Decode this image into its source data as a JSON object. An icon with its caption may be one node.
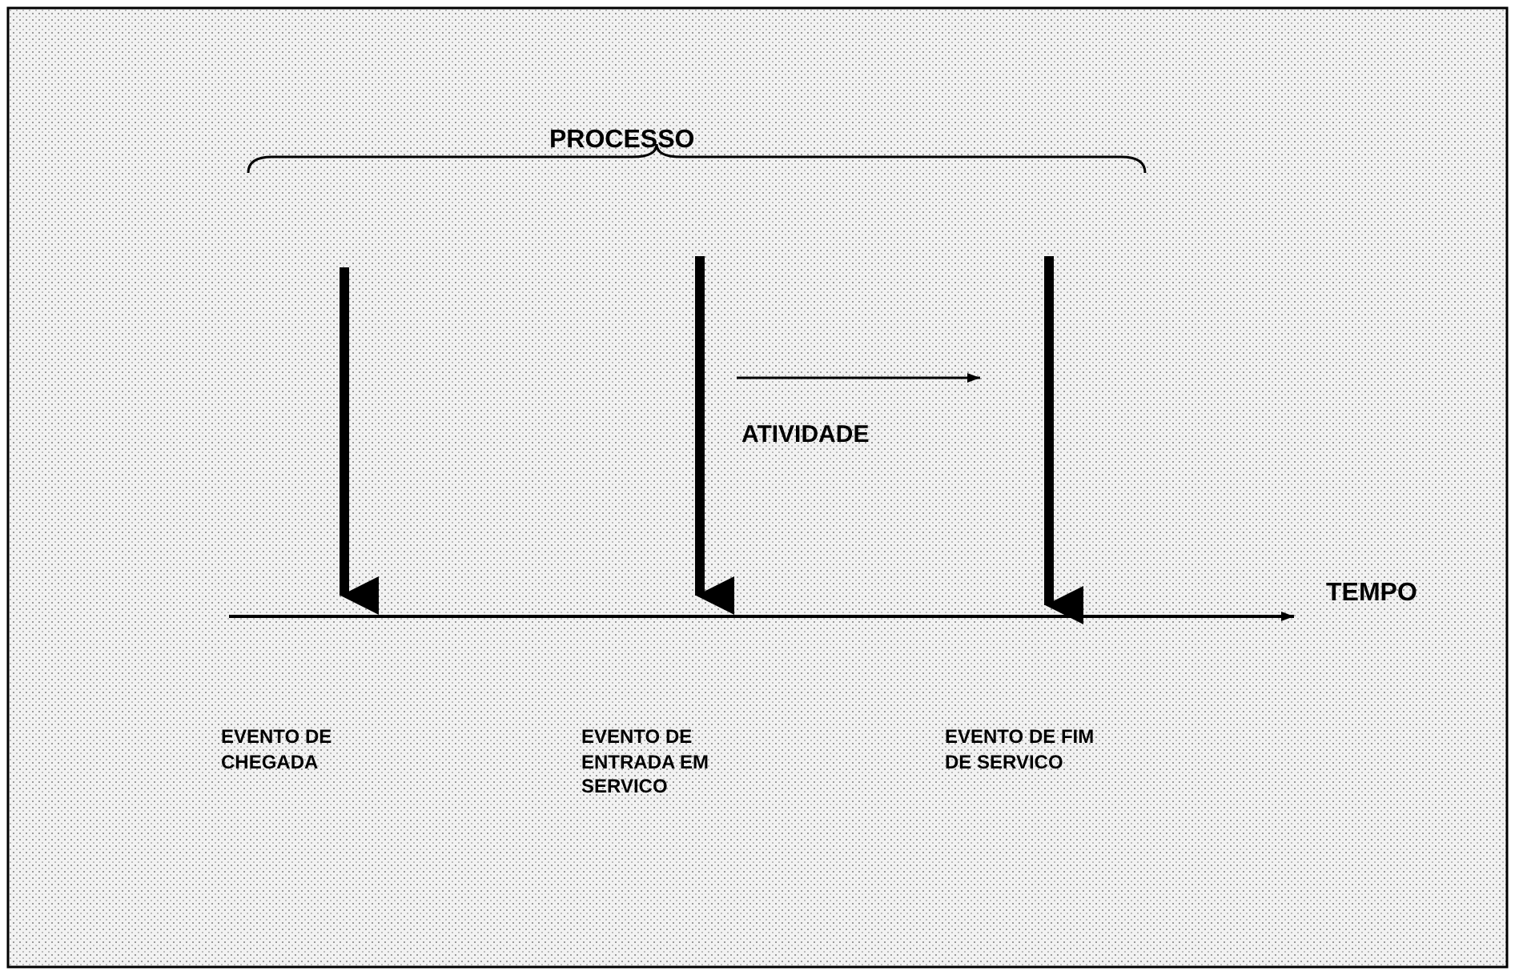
{
  "diagram": {
    "labels": [
      "PROCESSO",
      "ATIVIDADE",
      "TEMPO",
      "EVENTO DE CHEGADA",
      "EVENTO DE ENTRADA EM SERVICO",
      "EVENTO DE FIM DE SERVICO"
    ]
  }
}
